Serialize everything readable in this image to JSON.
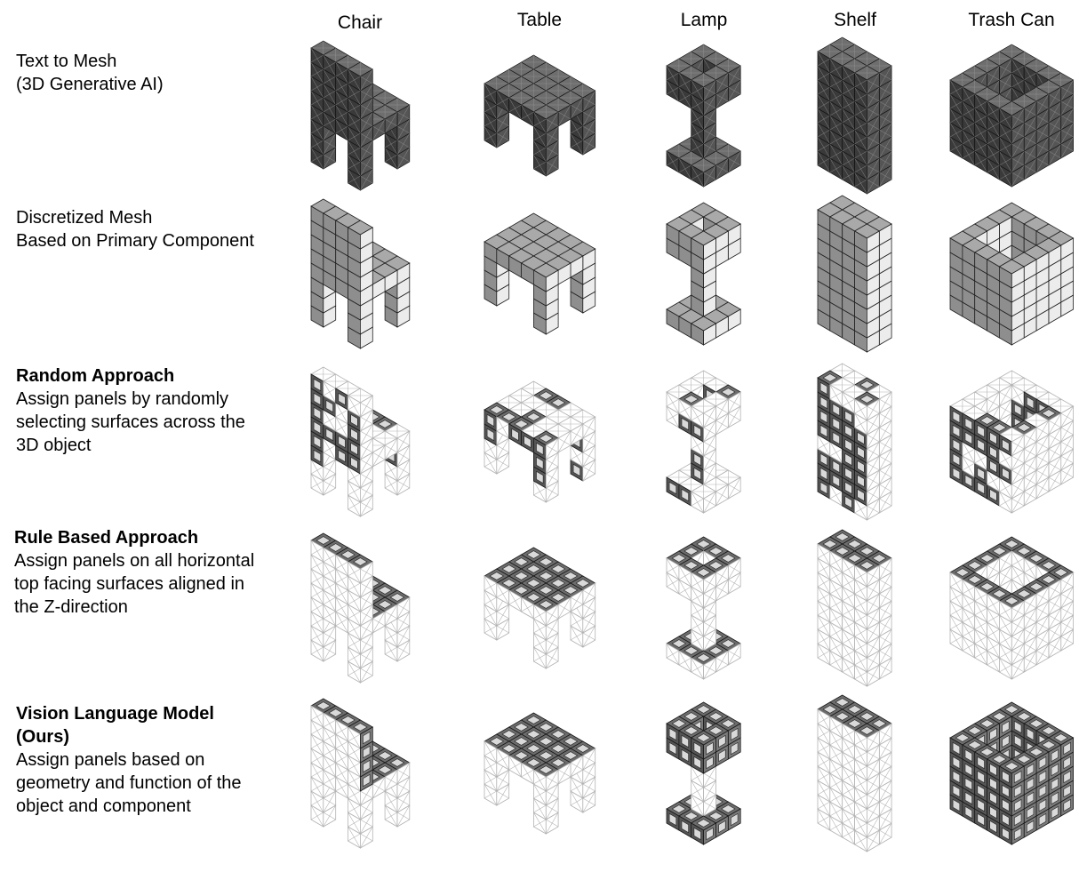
{
  "columns": [
    "Chair",
    "Table",
    "Lamp",
    "Shelf",
    "Trash Can"
  ],
  "rows": [
    {
      "title_lines": [],
      "desc_lines": [
        "Text to Mesh",
        "(3D Generative AI)"
      ],
      "style": "mesh"
    },
    {
      "title_lines": [],
      "desc_lines": [
        "Discretized Mesh",
        "Based on Primary Component"
      ],
      "style": "discretized"
    },
    {
      "title_lines": [
        "Random Approach"
      ],
      "desc_lines": [
        "Assign panels by randomly",
        "selecting surfaces across the",
        "3D object"
      ],
      "style": "random"
    },
    {
      "title_lines": [
        "Rule Based Approach"
      ],
      "desc_lines": [
        "Assign panels on all horizontal",
        "top facing surfaces aligned in",
        "the Z-direction"
      ],
      "style": "rule"
    },
    {
      "title_lines": [
        "Vision Language Model",
        "(Ours)"
      ],
      "desc_lines": [
        "Assign panels based on",
        "geometry and function of the",
        "object and component"
      ],
      "style": "vlm"
    }
  ],
  "colors": {
    "dark_panel": "#5f5f5f",
    "mid_panel": "#8c8c8c",
    "light_panel": "#e6e6e6",
    "lattice": "#b3b3b3",
    "outline": "#222222"
  }
}
